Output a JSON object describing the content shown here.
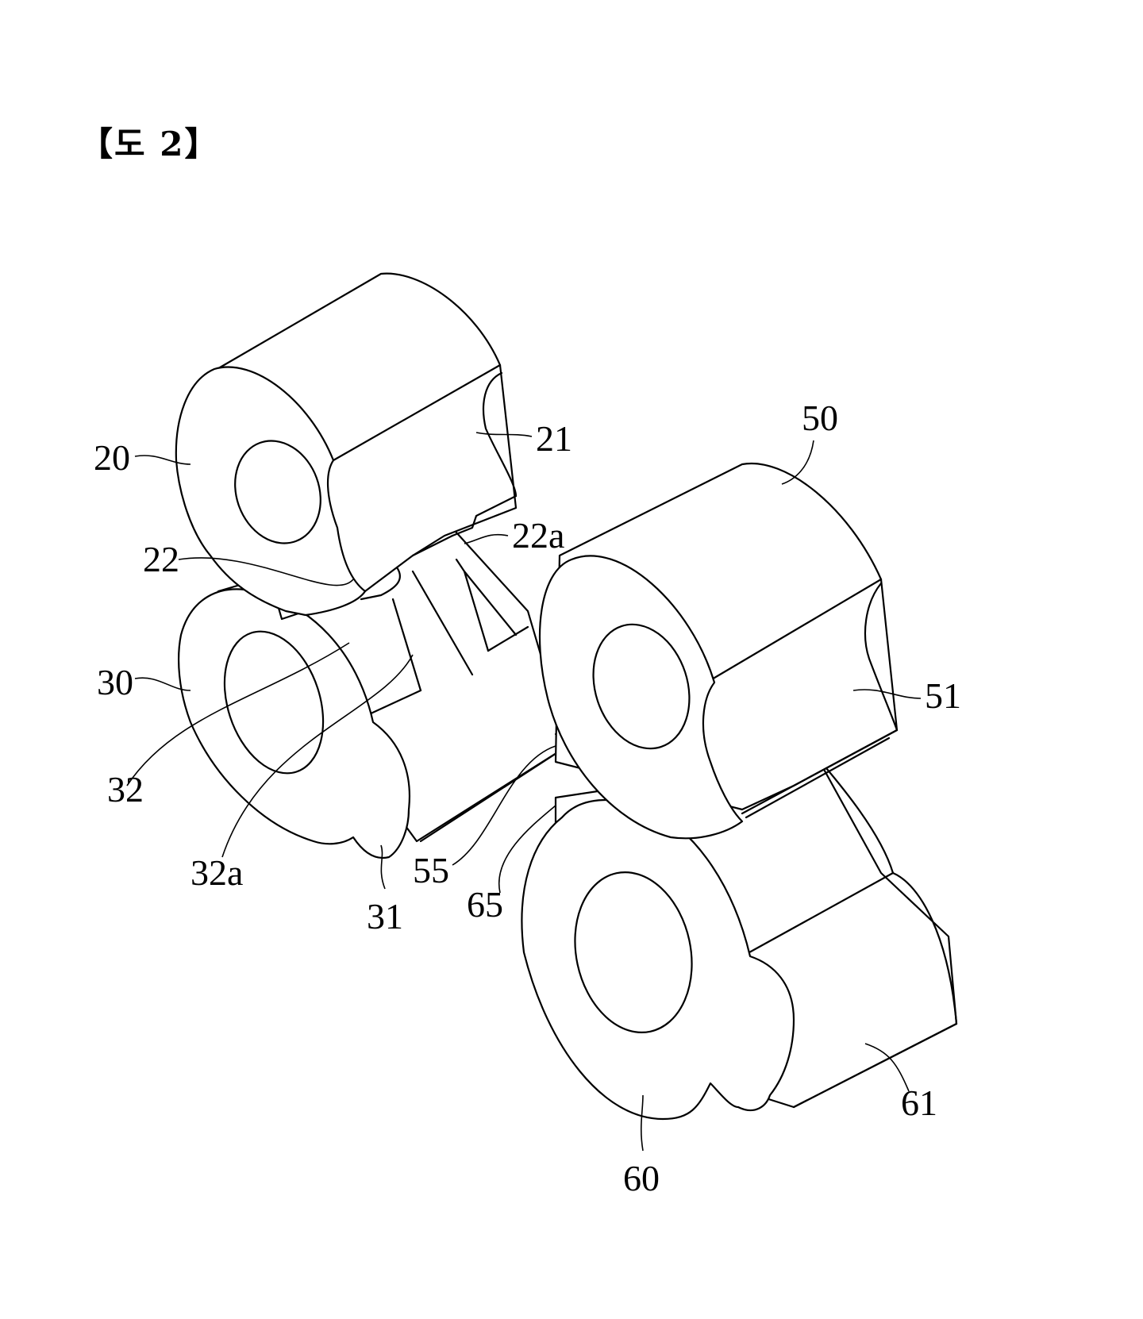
{
  "figure": {
    "label": "【도 2】"
  },
  "reference_numerals": {
    "n20": "20",
    "n21": "21",
    "n22": "22",
    "n22a": "22a",
    "n30": "30",
    "n31": "31",
    "n32": "32",
    "n32a": "32a",
    "n50": "50",
    "n51": "51",
    "n55": "55",
    "n60": "60",
    "n61": "61",
    "n65": "65"
  }
}
